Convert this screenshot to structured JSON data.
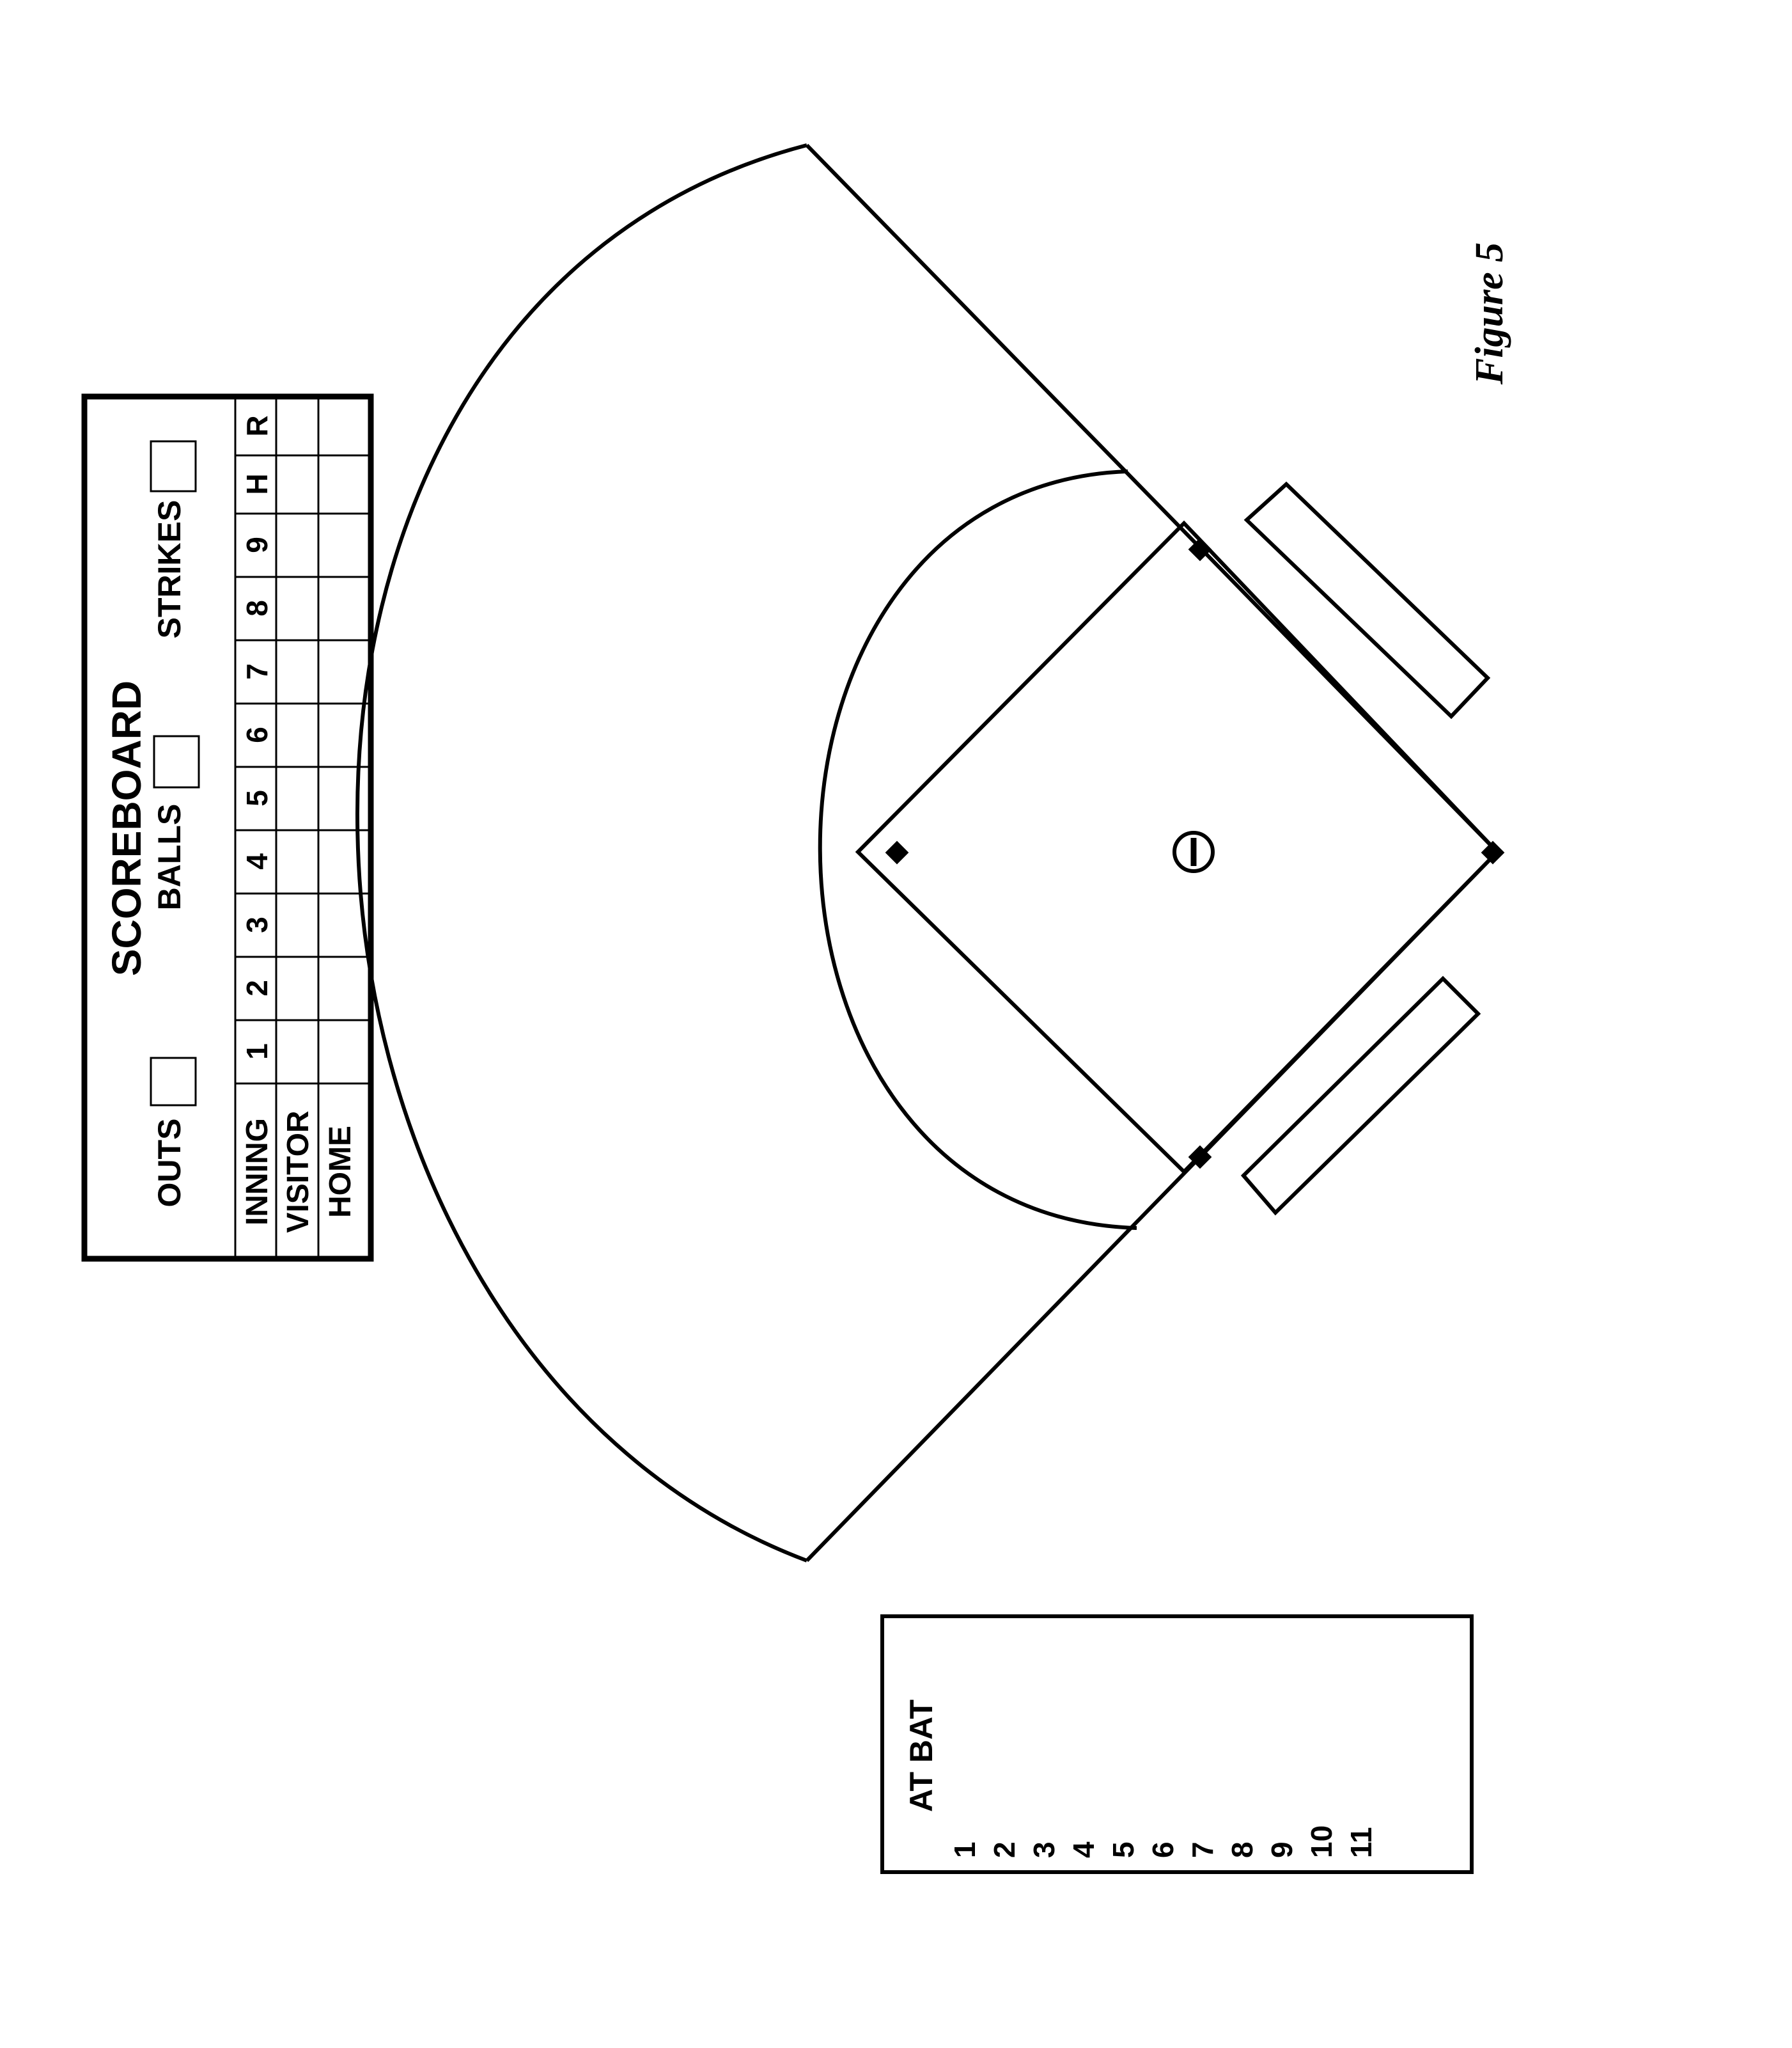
{
  "figure_label": "Figure 5",
  "scoreboard": {
    "title": "SCOREBOARD",
    "outs_label": "OUTS",
    "balls_label": "BALLS",
    "strikes_label": "STRIKES",
    "header_label": "INNING",
    "innings": [
      "1",
      "2",
      "3",
      "4",
      "5",
      "6",
      "7",
      "8",
      "9"
    ],
    "totals": [
      "H",
      "R"
    ],
    "team_rows": [
      "VISITOR",
      "HOME"
    ]
  },
  "at_bat": {
    "title": "AT BAT",
    "lineup": [
      "1",
      "2",
      "3",
      "4",
      "5",
      "6",
      "7",
      "8",
      "9",
      "10",
      "11"
    ]
  },
  "field": {
    "outfield_fence": "arc",
    "infield_arc": "arc",
    "bases": [
      "second-base",
      "first-base",
      "home-plate",
      "third-base"
    ],
    "pitchers_mound": "circle",
    "dugouts": [
      "dugout-left",
      "dugout-right"
    ]
  }
}
